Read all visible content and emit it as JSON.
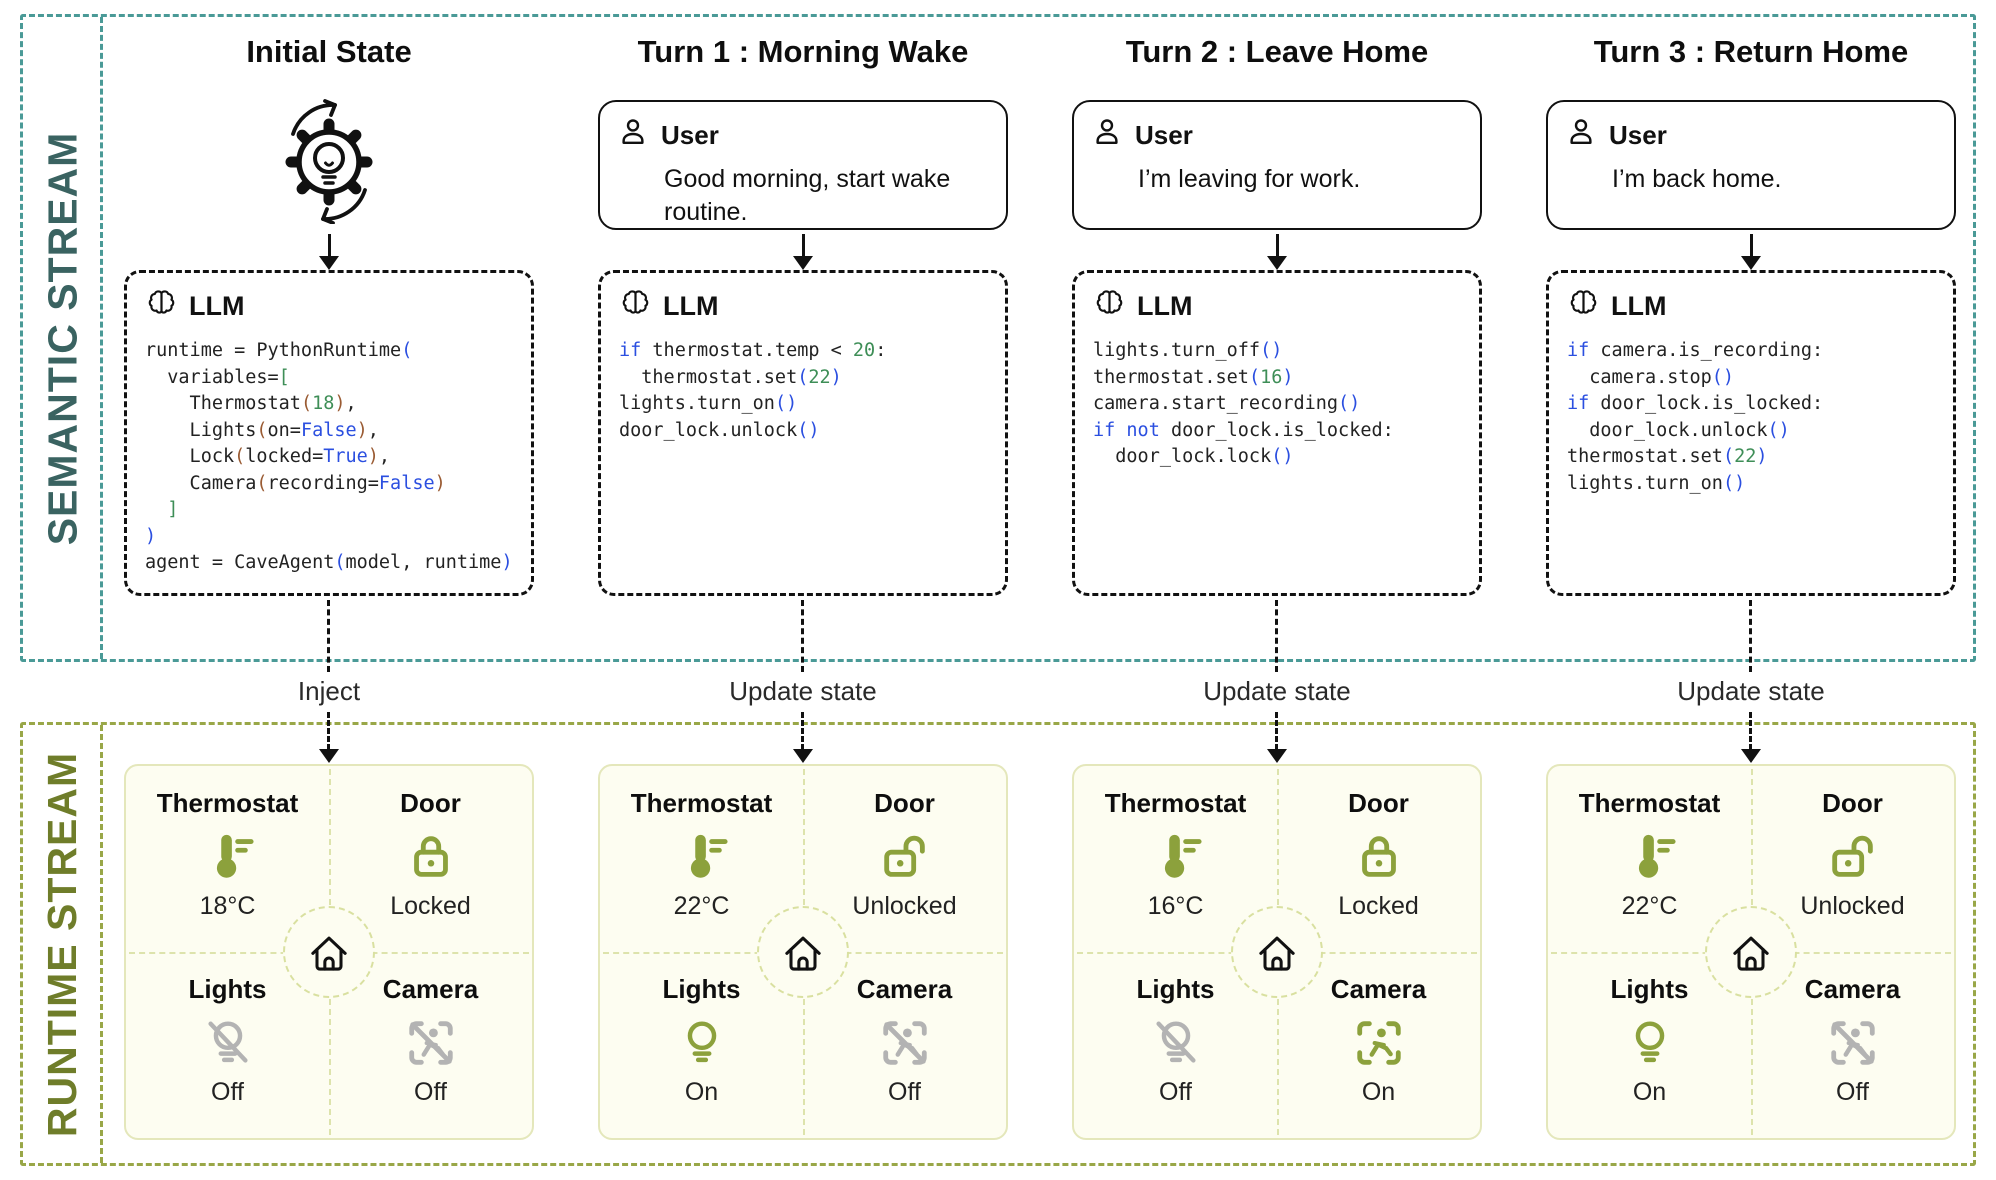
{
  "semantic_stream": {
    "label": "SEMANTIC STREAM",
    "columns": [
      {
        "title": "Initial State",
        "header_icon": "gear-lightbulb-icon",
        "llm": {
          "icon": "brain-icon",
          "label": "LLM"
        },
        "code": [
          [
            [
              "pl",
              "runtime = PythonRuntime"
            ],
            [
              "p1",
              "("
            ]
          ],
          [
            [
              "pl",
              "  variables="
            ],
            [
              "p2",
              "["
            ]
          ],
          [
            [
              "pl",
              "    Thermostat"
            ],
            [
              "p3",
              "("
            ],
            [
              "num",
              "18"
            ],
            [
              "p3",
              ")"
            ],
            [
              "pl",
              ","
            ]
          ],
          [
            [
              "pl",
              "    Lights"
            ],
            [
              "p3",
              "("
            ],
            [
              "pl",
              "on="
            ],
            [
              "kw",
              "False"
            ],
            [
              "p3",
              ")"
            ],
            [
              "pl",
              ","
            ]
          ],
          [
            [
              "pl",
              "    Lock"
            ],
            [
              "p3",
              "("
            ],
            [
              "pl",
              "locked="
            ],
            [
              "kw",
              "True"
            ],
            [
              "p3",
              ")"
            ],
            [
              "pl",
              ","
            ]
          ],
          [
            [
              "pl",
              "    Camera"
            ],
            [
              "p3",
              "("
            ],
            [
              "pl",
              "recording="
            ],
            [
              "kw",
              "False"
            ],
            [
              "p3",
              ")"
            ]
          ],
          [
            [
              "p2",
              "  ]"
            ]
          ],
          [
            [
              "p1",
              ")"
            ]
          ],
          [
            [
              "pl",
              "agent = CaveAgent"
            ],
            [
              "p1",
              "("
            ],
            [
              "pl",
              "model, runtime"
            ],
            [
              "p1",
              ")"
            ]
          ]
        ],
        "connector_label": "Inject"
      },
      {
        "title": "Turn 1 : Morning Wake",
        "user": {
          "icon": "user-icon",
          "label": "User",
          "message": "Good morning, start wake routine."
        },
        "llm": {
          "icon": "brain-icon",
          "label": "LLM"
        },
        "code": [
          [
            [
              "kw",
              "if"
            ],
            [
              "pl",
              " thermostat.temp < "
            ],
            [
              "num",
              "20"
            ],
            [
              "pl",
              ":"
            ]
          ],
          [
            [
              "pl",
              "  thermostat.set"
            ],
            [
              "p1",
              "("
            ],
            [
              "num",
              "22"
            ],
            [
              "p1",
              ")"
            ]
          ],
          [
            [
              "pl",
              "lights.turn_on"
            ],
            [
              "p1",
              "()"
            ]
          ],
          [
            [
              "pl",
              "door_lock.unlock"
            ],
            [
              "p1",
              "()"
            ]
          ]
        ],
        "connector_label": "Update state"
      },
      {
        "title": "Turn 2 : Leave Home",
        "user": {
          "icon": "user-icon",
          "label": "User",
          "message": "I’m leaving for work."
        },
        "llm": {
          "icon": "brain-icon",
          "label": "LLM"
        },
        "code": [
          [
            [
              "pl",
              "lights.turn_off"
            ],
            [
              "p1",
              "()"
            ]
          ],
          [
            [
              "pl",
              "thermostat.set"
            ],
            [
              "p1",
              "("
            ],
            [
              "num",
              "16"
            ],
            [
              "p1",
              ")"
            ]
          ],
          [
            [
              "pl",
              "camera.start_recording"
            ],
            [
              "p1",
              "()"
            ]
          ],
          [
            [
              "kw",
              "if"
            ],
            [
              "pl",
              " "
            ],
            [
              "kw",
              "not"
            ],
            [
              "pl",
              " door_lock.is_locked:"
            ]
          ],
          [
            [
              "pl",
              "  door_lock.lock"
            ],
            [
              "p1",
              "()"
            ]
          ]
        ],
        "connector_label": "Update state"
      },
      {
        "title": "Turn 3 : Return Home",
        "user": {
          "icon": "user-icon",
          "label": "User",
          "message": "I’m back home."
        },
        "llm": {
          "icon": "brain-icon",
          "label": "LLM"
        },
        "code": [
          [
            [
              "kw",
              "if"
            ],
            [
              "pl",
              " camera.is_recording:"
            ]
          ],
          [
            [
              "pl",
              "  camera.stop"
            ],
            [
              "p1",
              "()"
            ]
          ],
          [
            [
              "kw",
              "if"
            ],
            [
              "pl",
              " door_lock.is_locked:"
            ]
          ],
          [
            [
              "pl",
              "  door_lock.unlock"
            ],
            [
              "p1",
              "()"
            ]
          ],
          [
            [
              "pl",
              "thermostat.set"
            ],
            [
              "p1",
              "("
            ],
            [
              "num",
              "22"
            ],
            [
              "p1",
              ")"
            ]
          ],
          [
            [
              "pl",
              "lights.turn_on"
            ],
            [
              "p1",
              "()"
            ]
          ]
        ],
        "connector_label": "Update state"
      }
    ]
  },
  "runtime_stream": {
    "label": "RUNTIME STREAM",
    "cards": [
      {
        "center_icon": "home-icon",
        "thermostat": {
          "label": "Thermostat",
          "icon": "thermometer-icon",
          "value": "18°C"
        },
        "door": {
          "label": "Door",
          "icon": "lock-closed-icon",
          "value": "Locked"
        },
        "lights": {
          "label": "Lights",
          "icon": "bulb-off-icon",
          "value": "Off"
        },
        "camera": {
          "label": "Camera",
          "icon": "camera-off-icon",
          "value": "Off"
        }
      },
      {
        "center_icon": "home-icon",
        "thermostat": {
          "label": "Thermostat",
          "icon": "thermometer-icon",
          "value": "22°C"
        },
        "door": {
          "label": "Door",
          "icon": "lock-open-icon",
          "value": "Unlocked"
        },
        "lights": {
          "label": "Lights",
          "icon": "bulb-on-icon",
          "value": "On"
        },
        "camera": {
          "label": "Camera",
          "icon": "camera-off-icon",
          "value": "Off"
        }
      },
      {
        "center_icon": "home-icon",
        "thermostat": {
          "label": "Thermostat",
          "icon": "thermometer-icon",
          "value": "16°C"
        },
        "door": {
          "label": "Door",
          "icon": "lock-closed-icon",
          "value": "Locked"
        },
        "lights": {
          "label": "Lights",
          "icon": "bulb-off-icon",
          "value": "Off"
        },
        "camera": {
          "label": "Camera",
          "icon": "camera-on-icon",
          "value": "On"
        }
      },
      {
        "center_icon": "home-icon",
        "thermostat": {
          "label": "Thermostat",
          "icon": "thermometer-icon",
          "value": "22°C"
        },
        "door": {
          "label": "Door",
          "icon": "lock-open-icon",
          "value": "Unlocked"
        },
        "lights": {
          "label": "Lights",
          "icon": "bulb-on-icon",
          "value": "On"
        },
        "camera": {
          "label": "Camera",
          "icon": "camera-off-icon",
          "value": "Off"
        }
      }
    ]
  },
  "colors": {
    "semantic_accent": "#4a9a97",
    "semantic_label": "#3a6361",
    "runtime_accent": "#99a748",
    "runtime_label": "#6f7d2a",
    "card_background": "#fdfdf1",
    "card_border": "#e4e7bb",
    "device_active_green": "#8ca13c",
    "device_inactive_gray": "#b3b3b3",
    "code_keyword_blue": "#2b4fe0",
    "code_number_green": "#3e8e57",
    "code_inner_paren_brown": "#9a5b33"
  }
}
